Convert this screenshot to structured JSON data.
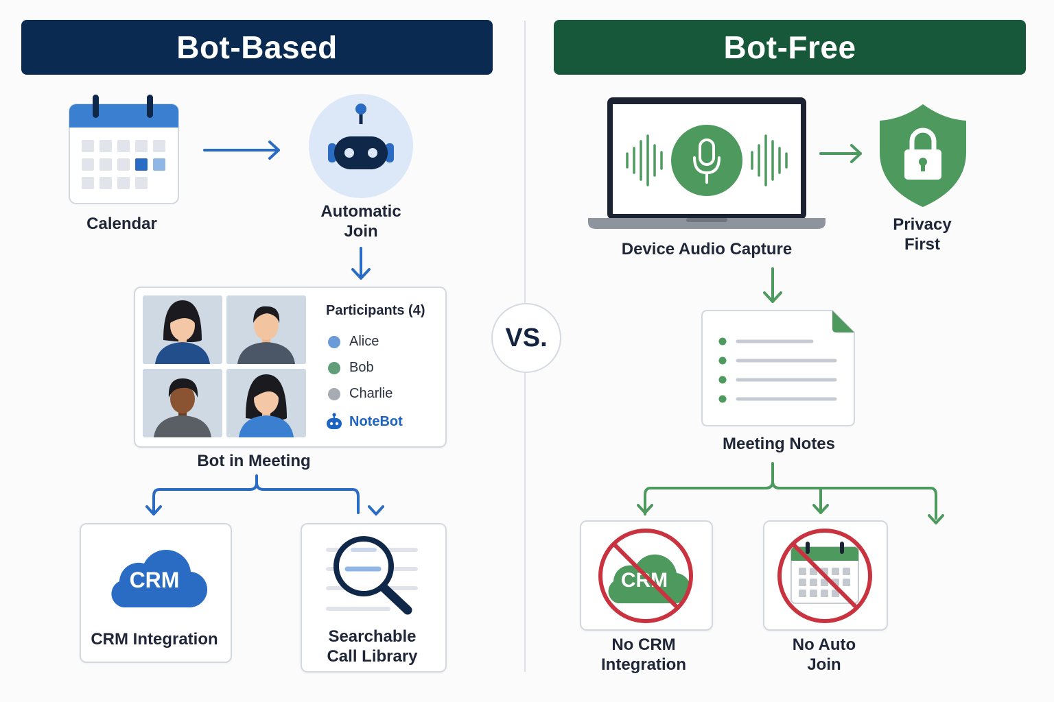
{
  "left": {
    "header": "Bot-Based",
    "header_color": "#0b2a52",
    "calendar_label": "Calendar",
    "auto_join_label_line1": "Automatic",
    "auto_join_label_line2": "Join",
    "meeting": {
      "participants_title": "Participants (4)",
      "participants": [
        {
          "name": "Alice",
          "color": "#6b9bd6"
        },
        {
          "name": "Bob",
          "color": "#5f9e78"
        },
        {
          "name": "Charlie",
          "color": "#a7acb4"
        },
        {
          "name": "NoteBot",
          "color": "#1d63c2"
        }
      ],
      "label": "Bot in Meeting"
    },
    "crm_icon_text": "CRM",
    "crm_label": "CRM Integration",
    "library_label_line1": "Searchable",
    "library_label_line2": "Call Library"
  },
  "vs": "VS.",
  "right": {
    "header": "Bot-Free",
    "header_color": "#17583a",
    "device_label": "Device Audio Capture",
    "privacy_label_line1": "Privacy",
    "privacy_label_line2": "First",
    "notes_label": "Meeting Notes",
    "no_crm_icon_text": "CRM",
    "no_crm_label_line1": "No CRM",
    "no_crm_label_line2": "Integration",
    "no_auto_label_line1": "No Auto",
    "no_auto_label_line2": "Join"
  },
  "colors": {
    "blue_accent": "#2a6cc4",
    "green_accent": "#4e9a5e",
    "prohibit_red": "#c8333f"
  }
}
